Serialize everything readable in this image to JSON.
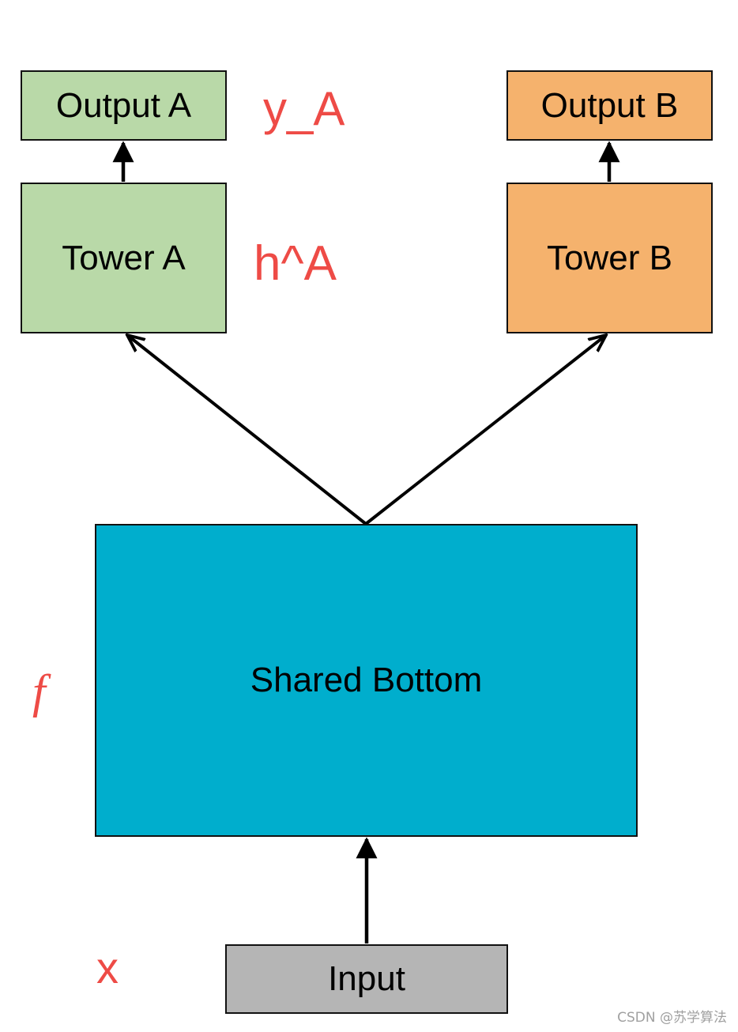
{
  "diagram": {
    "nodes": {
      "output_a": {
        "label": "Output A",
        "color": "#b9d9a8"
      },
      "tower_a": {
        "label": "Tower A",
        "color": "#b9d9a8"
      },
      "output_b": {
        "label": "Output B",
        "color": "#f5b26d"
      },
      "tower_b": {
        "label": "Tower B",
        "color": "#f5b26d"
      },
      "shared_bottom": {
        "label": "Shared Bottom",
        "color": "#00aecd"
      },
      "input": {
        "label": "Input",
        "color": "#b5b5b5"
      }
    },
    "edges": [
      {
        "from": "input",
        "to": "shared_bottom"
      },
      {
        "from": "shared_bottom",
        "to": "tower_a"
      },
      {
        "from": "shared_bottom",
        "to": "tower_b"
      },
      {
        "from": "tower_a",
        "to": "output_a"
      },
      {
        "from": "tower_b",
        "to": "output_b"
      }
    ],
    "annotations": {
      "y_a": "y_A",
      "h_a": "h^A",
      "f": "f",
      "x": "x",
      "color": "#ee4b46"
    }
  },
  "watermark": "CSDN @苏学算法"
}
